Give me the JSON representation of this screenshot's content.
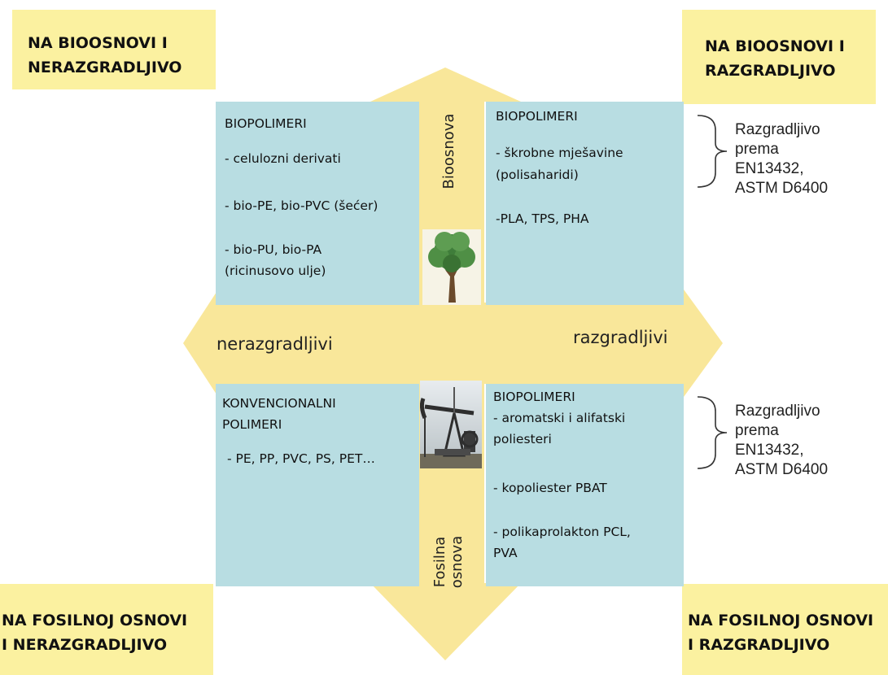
{
  "corners": {
    "top_left": {
      "line1": "NA BIOOSNOVI I",
      "line2": "NERAZGRADLJIVO"
    },
    "top_right": {
      "line1": "NA BIOOSNOVI I",
      "line2": "RAZGRADLJIVO"
    },
    "bottom_left": {
      "line1": "NA FOSILNOJ OSNOVI",
      "line2": "I NERAZGRADLJIVO"
    },
    "bottom_right": {
      "line1": "NA FOSILNOJ OSNOVI",
      "line2": "I RAZGRADLJIVO"
    }
  },
  "axes": {
    "top": "Bioosnova",
    "bottom_line1": "Fosilna",
    "bottom_line2": "osnova",
    "left": "nerazgradljivi",
    "right": "razgradljivi"
  },
  "quadrants": {
    "top_left": {
      "title": "BIOPOLIMERI",
      "items": [
        "- celulozni  derivati",
        "- bio-PE, bio-PVC (šećer)",
        "- bio-PU, bio-PA",
        "(ricinusovo ulje)"
      ]
    },
    "top_right": {
      "title": "BIOPOLIMERI",
      "items": [
        "- škrobne mješavine",
        "(polisaharidi)",
        "-PLA, TPS, PHA"
      ]
    },
    "bottom_left": {
      "title_line1": "KONVENCIONALNI",
      "title_line2": "POLIMERI",
      "items": [
        "- PE, PP, PVC, PS, PET…"
      ]
    },
    "bottom_right": {
      "title": "BIOPOLIMERI",
      "items": [
        "- aromatski i alifatski",
        "poliesteri",
        "- kopoliester PBAT",
        "- polikaprolakton PCL,",
        "PVA"
      ]
    }
  },
  "notes": {
    "top": [
      "Razgradljivo",
      "prema",
      "EN13432,",
      "ASTM D6400"
    ],
    "bottom": [
      "Razgradljivo",
      "prema",
      "EN13432,",
      "ASTM D6400"
    ]
  },
  "icons": {
    "top": "tree-icon",
    "bottom": "oil-pump-icon"
  },
  "colors": {
    "arrow": "#f9e79a",
    "quadrant": "#b8dde2",
    "corner": "#fbf1a0"
  }
}
